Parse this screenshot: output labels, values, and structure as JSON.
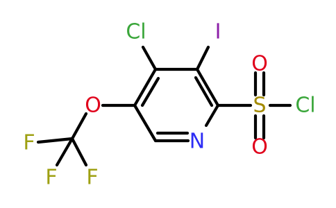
{
  "atoms": {
    "cl_ring": {
      "label": "Cl",
      "color": "#3aa63a"
    },
    "iodine": {
      "label": "I",
      "color": "#8c1fa8"
    },
    "sulfur": {
      "label": "S",
      "color": "#a38a00"
    },
    "o_upper": {
      "label": "O",
      "color": "#e0001b"
    },
    "o_lower": {
      "label": "O",
      "color": "#e0001b"
    },
    "cl_sulfonyl": {
      "label": "Cl",
      "color": "#3aa63a"
    },
    "nitrogen": {
      "label": "N",
      "color": "#2d2df5"
    },
    "o_ether": {
      "label": "O",
      "color": "#e0001b"
    },
    "f_left": {
      "label": "F",
      "color": "#9ea012"
    },
    "f_bottom_left": {
      "label": "F",
      "color": "#9ea012"
    },
    "f_bottom_right": {
      "label": "F",
      "color": "#9ea012"
    }
  },
  "colors": {
    "bond": "#000000",
    "background": "#ffffff"
  }
}
